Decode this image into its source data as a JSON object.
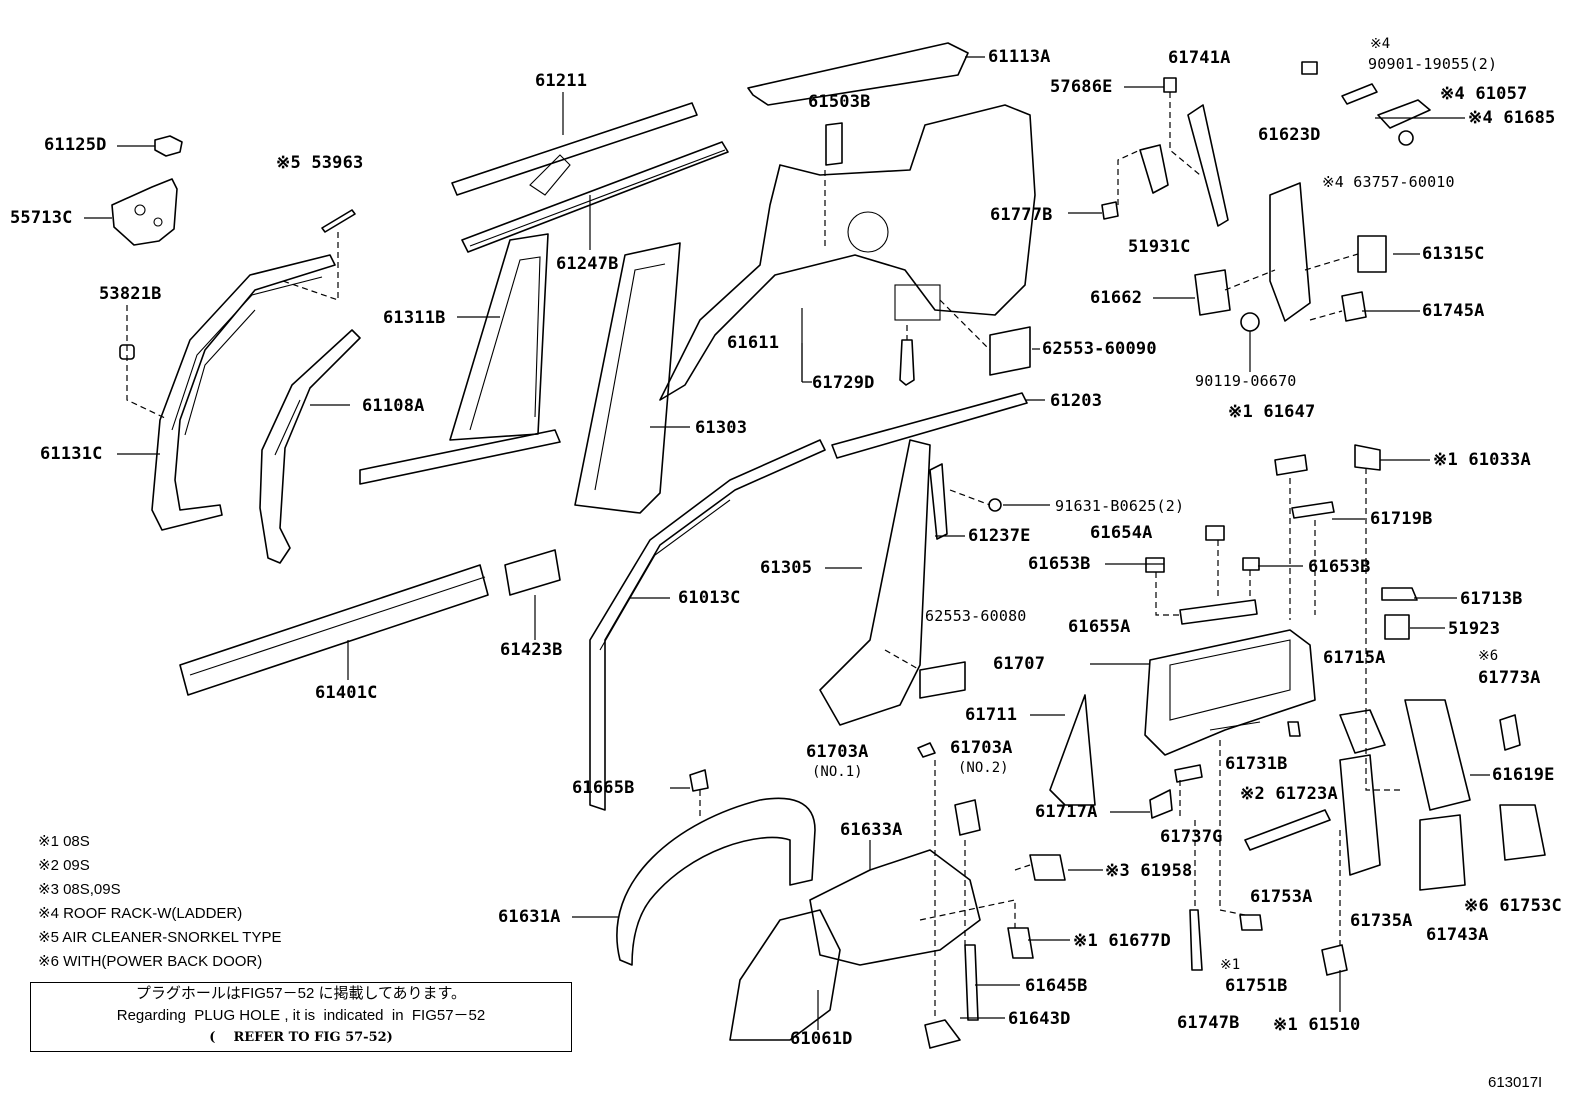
{
  "labels": [
    {
      "id": "61125D",
      "text": "61125D"
    },
    {
      "id": "55713C",
      "text": "55713C"
    },
    {
      "id": "53963",
      "text": "※5 53963"
    },
    {
      "id": "53821B",
      "text": "53821B"
    },
    {
      "id": "61131C",
      "text": "61131C"
    },
    {
      "id": "61211",
      "text": "61211"
    },
    {
      "id": "61247B",
      "text": "61247B"
    },
    {
      "id": "61311B",
      "text": "61311B"
    },
    {
      "id": "61108A",
      "text": "61108A"
    },
    {
      "id": "61303",
      "text": "61303"
    },
    {
      "id": "61113A",
      "text": "61113A"
    },
    {
      "id": "61503B",
      "text": "61503B"
    },
    {
      "id": "61611",
      "text": "61611"
    },
    {
      "id": "61729D",
      "text": "61729D"
    },
    {
      "id": "62553-60090",
      "text": "62553-60090"
    },
    {
      "id": "61203",
      "text": "61203"
    },
    {
      "id": "57686E",
      "text": "57686E"
    },
    {
      "id": "61741A",
      "text": "61741A"
    },
    {
      "id": "61777B",
      "text": "61777B"
    },
    {
      "id": "51931C",
      "text": "51931C"
    },
    {
      "id": "61662",
      "text": "61662"
    },
    {
      "id": "90901-19055",
      "text": "90901-19055(2)"
    },
    {
      "id": "61057",
      "text": "※4 61057"
    },
    {
      "id": "61685",
      "text": "※4 61685"
    },
    {
      "id": "61623D",
      "text": "61623D"
    },
    {
      "id": "63757-60010",
      "text": "※4 63757-60010"
    },
    {
      "id": "61315C",
      "text": "61315C"
    },
    {
      "id": "61745A",
      "text": "61745A"
    },
    {
      "id": "90119-06670",
      "text": "90119-06670"
    },
    {
      "id": "61401C",
      "text": "61401C"
    },
    {
      "id": "61423B",
      "text": "61423B"
    },
    {
      "id": "61013C",
      "text": "61013C"
    },
    {
      "id": "61305",
      "text": "61305"
    },
    {
      "id": "61237E",
      "text": "61237E"
    },
    {
      "id": "91631-B0625",
      "text": "91631-B0625(2)"
    },
    {
      "id": "62553-60080",
      "text": "62553-60080"
    },
    {
      "id": "61647",
      "text": "※1 61647"
    },
    {
      "id": "61033A",
      "text": "※1 61033A"
    },
    {
      "id": "61719B",
      "text": "61719B"
    },
    {
      "id": "61654A",
      "text": "61654A"
    },
    {
      "id": "61653B-l",
      "text": "61653B"
    },
    {
      "id": "61653B-r",
      "text": "61653B"
    },
    {
      "id": "61713B",
      "text": "61713B"
    },
    {
      "id": "61655A",
      "text": "61655A"
    },
    {
      "id": "51923",
      "text": "51923"
    },
    {
      "id": "61707",
      "text": "61707"
    },
    {
      "id": "61715A",
      "text": "61715A"
    },
    {
      "id": "61773A",
      "text": "61773A"
    },
    {
      "id": "61711",
      "text": "61711"
    },
    {
      "id": "61731B",
      "text": "61731B"
    },
    {
      "id": "61723A",
      "text": "※2 61723A"
    },
    {
      "id": "61619E",
      "text": "61619E"
    },
    {
      "id": "61717A",
      "text": "61717A"
    },
    {
      "id": "61737G",
      "text": "61737G"
    },
    {
      "id": "61703A-1",
      "text": "61703A"
    },
    {
      "id": "61703A-2",
      "text": "61703A"
    },
    {
      "id": "61665B",
      "text": "61665B"
    },
    {
      "id": "61633A",
      "text": "61633A"
    },
    {
      "id": "61958",
      "text": "※3 61958"
    },
    {
      "id": "61753A",
      "text": "61753A"
    },
    {
      "id": "61735A",
      "text": "61735A"
    },
    {
      "id": "61743A",
      "text": "61743A"
    },
    {
      "id": "61753C",
      "text": "※6 61753C"
    },
    {
      "id": "61631A",
      "text": "61631A"
    },
    {
      "id": "61677D",
      "text": "※1 61677D"
    },
    {
      "id": "61645B",
      "text": "61645B"
    },
    {
      "id": "61643D",
      "text": "61643D"
    },
    {
      "id": "61061D",
      "text": "61061D"
    },
    {
      "id": "61747B",
      "text": "61747B"
    },
    {
      "id": "61751B",
      "text": "61751B"
    },
    {
      "id": "61510",
      "text": "※1 61510"
    }
  ],
  "sublabels": {
    "no1": "(NO.1)",
    "no2": "(NO.2)",
    "x6a": "※6",
    "x1b": "※1",
    "x4top": "※4"
  },
  "legend": [
    "※1 08S",
    "※2 09S",
    "※3 08S,09S",
    "※4 ROOF RACK-W(LADDER)",
    "※5 AIR CLEANER-SNORKEL TYPE",
    "※6 WITH(POWER BACK DOOR)"
  ],
  "note": {
    "line1": "プラグホールはFIG57－52 に掲載してあります。",
    "line2": "Regarding  PLUG HOLE , it is  indicated  in  FIG57－52",
    "line3": "(    REFER TO FIG 57-52)"
  },
  "figure_ref": "613017I"
}
